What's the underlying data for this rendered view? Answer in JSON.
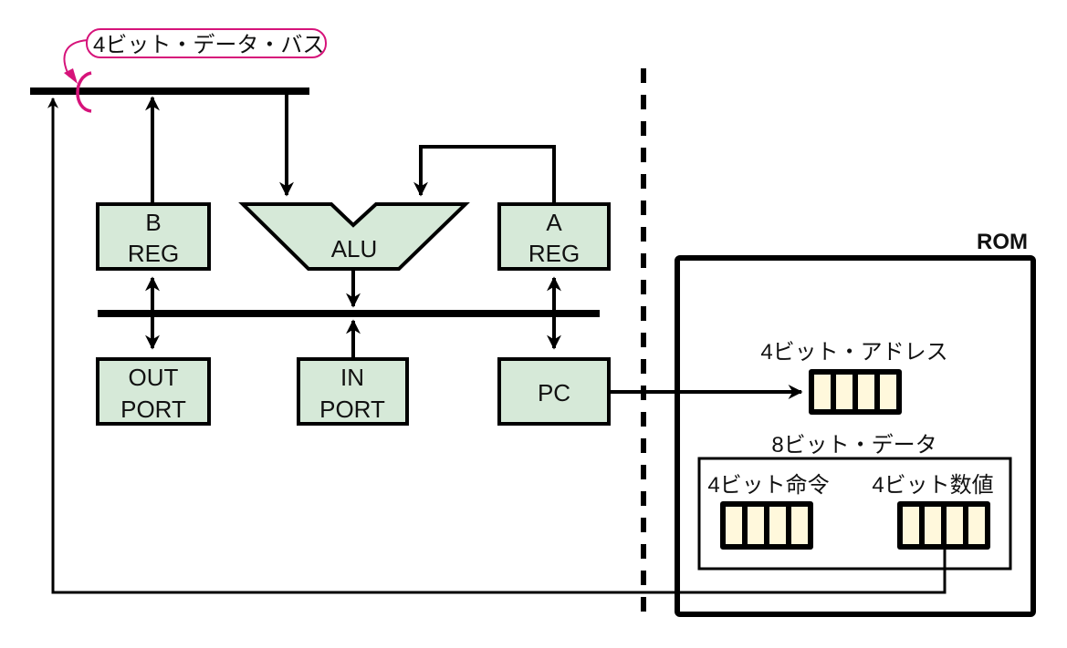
{
  "diagram": {
    "bus_label": "4ビット・データ・バス",
    "blocks": {
      "b_reg": [
        "B",
        "REG"
      ],
      "alu": "ALU",
      "a_reg": [
        "A",
        "REG"
      ],
      "out_port": [
        "OUT",
        "PORT"
      ],
      "in_port": [
        "IN",
        "PORT"
      ],
      "pc": "PC"
    },
    "rom": {
      "title": "ROM",
      "address_label": "4ビット・アドレス",
      "data_label": "8ビット・データ",
      "instruction_label": "4ビット命令",
      "value_label": "4ビット数値",
      "address_bits": 4,
      "instruction_bits": 4,
      "value_bits": 4
    },
    "colors": {
      "block_fill": "#d6e9d8",
      "register_cell_fill": "#fff8dc",
      "callout": "#d6137a"
    }
  }
}
